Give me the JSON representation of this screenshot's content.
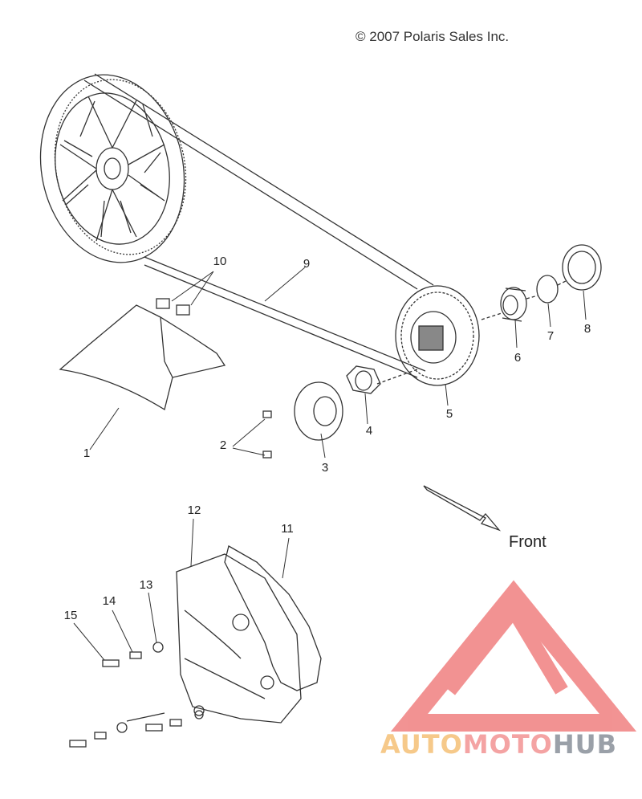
{
  "copyright": "© 2007 Polaris Sales Inc.",
  "direction_label": "Front",
  "callouts": [
    "1",
    "2",
    "3",
    "4",
    "5",
    "6",
    "7",
    "8",
    "9",
    "10",
    "11",
    "12",
    "13",
    "14",
    "15"
  ],
  "watermark": {
    "part1": "AUTO",
    "part2": "MOTO",
    "part3": "HUB"
  },
  "colors": {
    "line": "#333333",
    "watermark_red": "#f08080",
    "watermark_gold": "#f6c98a",
    "watermark_gray": "#9aa0a8"
  }
}
